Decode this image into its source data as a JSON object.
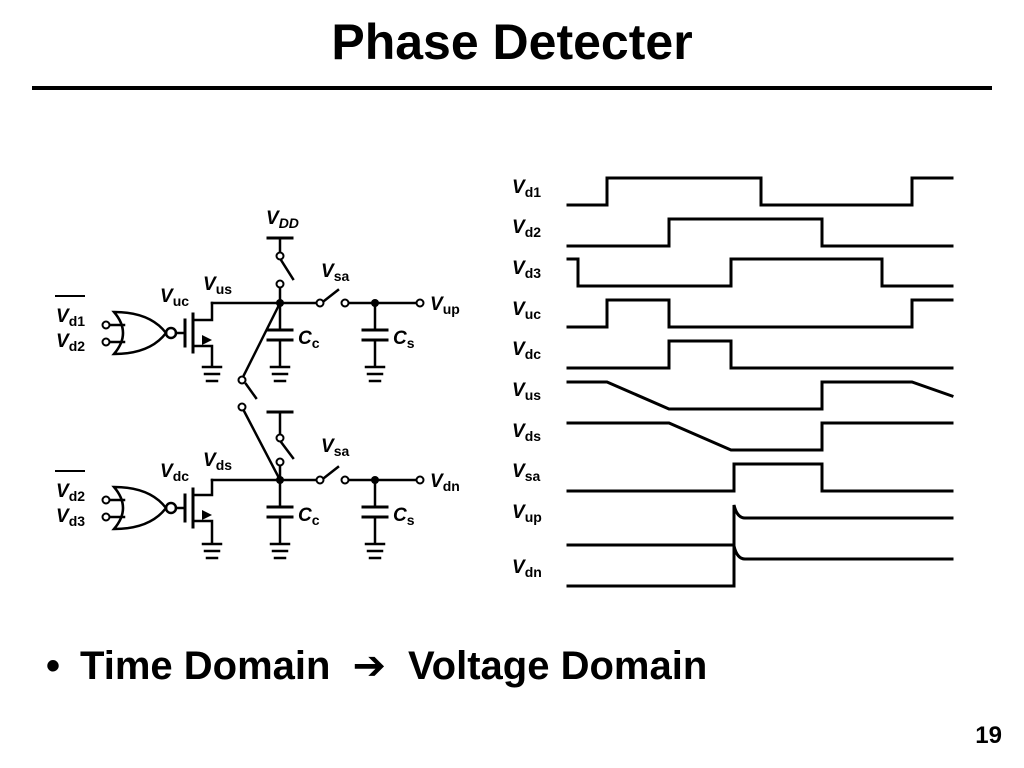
{
  "slide": {
    "title": "Phase Detecter",
    "page_number": "19"
  },
  "bullet": {
    "from": "Time Domain",
    "arrow": "➔",
    "to": "Voltage Domain"
  },
  "circuit": {
    "vdd": {
      "main": "V",
      "sub": "DD"
    },
    "top": {
      "in1": {
        "main": "V",
        "sub": "d1",
        "overline": true
      },
      "in2": {
        "main": "V",
        "sub": "d2"
      },
      "gate_out": {
        "main": "V",
        "sub": "uc"
      },
      "node": {
        "main": "V",
        "sub": "us"
      },
      "switch": {
        "main": "V",
        "sub": "sa"
      },
      "cap_c": {
        "main": "C",
        "sub": "c"
      },
      "cap_s": {
        "main": "C",
        "sub": "s"
      },
      "out": {
        "main": "V",
        "sub": "up"
      }
    },
    "bottom": {
      "in1": {
        "main": "V",
        "sub": "d2",
        "overline": true
      },
      "in2": {
        "main": "V",
        "sub": "d3"
      },
      "gate_out": {
        "main": "V",
        "sub": "dc"
      },
      "node": {
        "main": "V",
        "sub": "ds"
      },
      "switch": {
        "main": "V",
        "sub": "sa"
      },
      "cap_c": {
        "main": "C",
        "sub": "c"
      },
      "cap_s": {
        "main": "C",
        "sub": "s"
      },
      "out": {
        "main": "V",
        "sub": "dn"
      }
    }
  },
  "timing": {
    "signals": [
      {
        "main": "V",
        "sub": "d1"
      },
      {
        "main": "V",
        "sub": "d2"
      },
      {
        "main": "V",
        "sub": "d3"
      },
      {
        "main": "V",
        "sub": "uc"
      },
      {
        "main": "V",
        "sub": "dc"
      },
      {
        "main": "V",
        "sub": "us"
      },
      {
        "main": "V",
        "sub": "ds"
      },
      {
        "main": "V",
        "sub": "sa"
      },
      {
        "main": "V",
        "sub": "up"
      },
      {
        "main": "V",
        "sub": "dn"
      }
    ]
  }
}
